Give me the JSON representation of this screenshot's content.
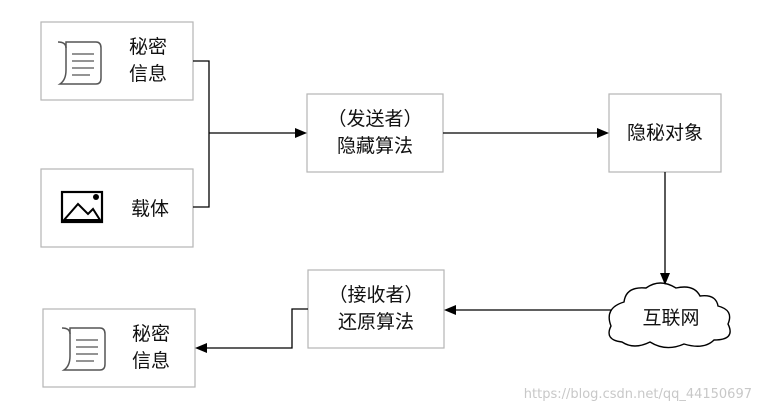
{
  "nodes": {
    "secret_info_input": {
      "line1": "秘密",
      "line2": "信息",
      "icon": "scroll-document-icon"
    },
    "carrier": {
      "label": "载体",
      "icon": "image-picture-icon"
    },
    "embedding_algorithm": {
      "line1": "（发送者）",
      "line2": "隐藏算法"
    },
    "stego_object": {
      "label": "隐秘对象"
    },
    "internet": {
      "label": "互联网",
      "icon": "cloud-icon"
    },
    "extraction_algorithm": {
      "line1": "（接收者）",
      "line2": "还原算法"
    },
    "secret_info_output": {
      "line1": "秘密",
      "line2": "信息",
      "icon": "scroll-document-icon"
    }
  },
  "edges": [
    {
      "from": "secret_info_input",
      "to": "embedding_algorithm"
    },
    {
      "from": "carrier",
      "to": "embedding_algorithm"
    },
    {
      "from": "embedding_algorithm",
      "to": "stego_object"
    },
    {
      "from": "stego_object",
      "to": "internet"
    },
    {
      "from": "internet",
      "to": "extraction_algorithm"
    },
    {
      "from": "extraction_algorithm",
      "to": "secret_info_output"
    }
  ],
  "watermark": "https://blog.csdn.net/qq_44150697"
}
